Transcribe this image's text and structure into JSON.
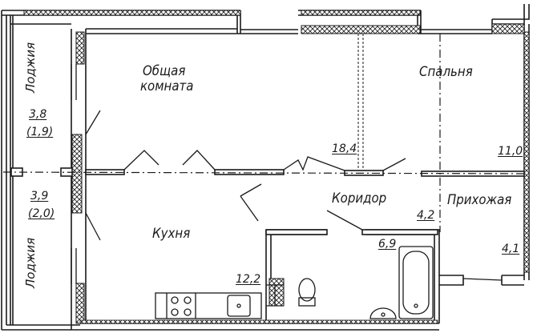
{
  "rooms": {
    "living_name_line1": "Общая",
    "living_name_line2": "комната",
    "living_area": "18,4",
    "bedroom_name": "Спальня",
    "bedroom_area": "11,0",
    "corridor_name": "Коридор",
    "corridor_area": "4,2",
    "hall_name": "Прихожая",
    "hall_area": "4,1",
    "kitchen_name": "Кухня",
    "kitchen_area": "12,2",
    "bathroom_area": "6,9",
    "loggia_top_name": "Лоджия",
    "loggia_top_area": "3,8",
    "loggia_top_area_alt": "(1,9)",
    "loggia_bottom_name": "Лоджия",
    "loggia_bottom_area": "3,9",
    "loggia_bottom_area_alt": "(2,0)"
  },
  "colors": {
    "line": "#1a1a1a",
    "background": "#ffffff"
  }
}
